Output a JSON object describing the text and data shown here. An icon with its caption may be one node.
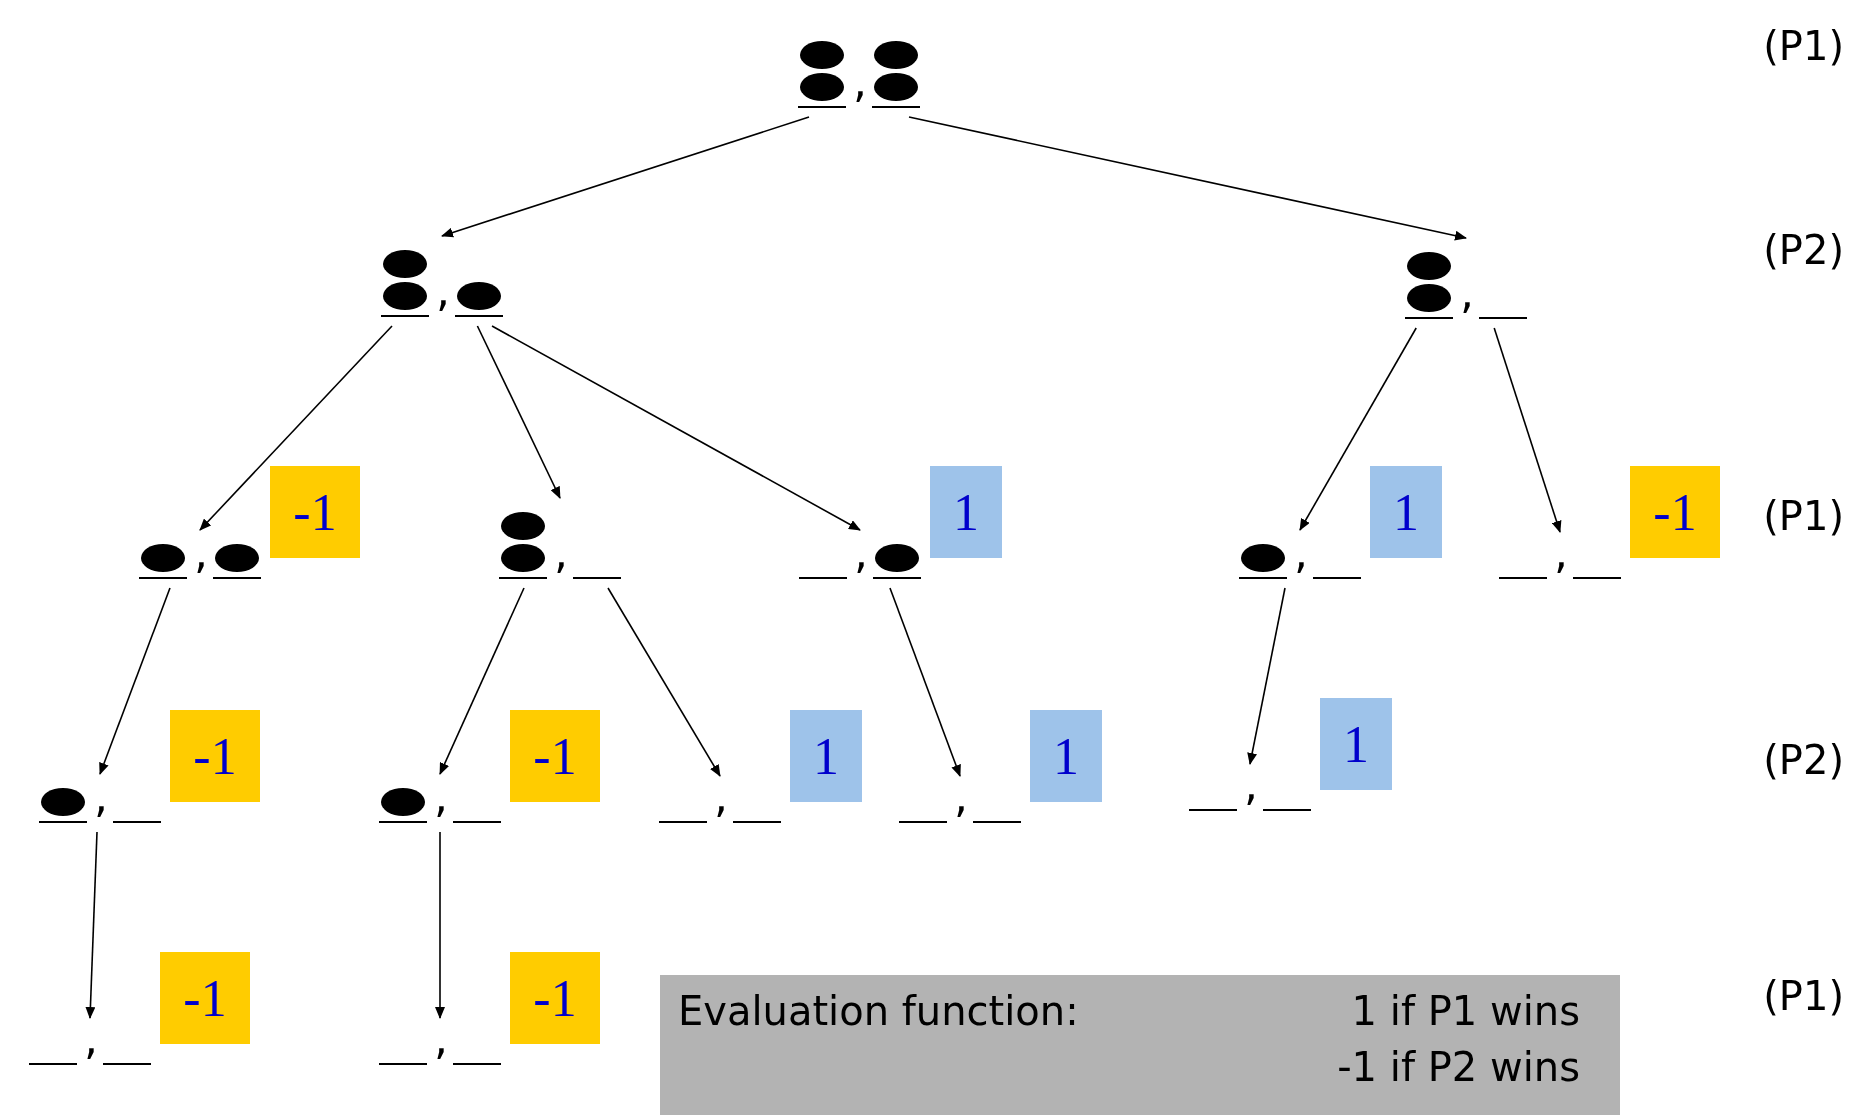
{
  "diagram": {
    "nodes": [
      {
        "text": [
          ","
        ]
      },
      {
        "text": [
          ","
        ]
      },
      {
        "text": [
          ","
        ]
      },
      {
        "text": [
          ","
        ]
      },
      {
        "text": [
          "-1"
        ]
      },
      {
        "text": [
          ","
        ]
      },
      {
        "text": [
          ","
        ]
      },
      {
        "text": [
          "1"
        ]
      },
      {
        "text": [
          ","
        ]
      },
      {
        "text": [
          "1"
        ]
      },
      {
        "text": [
          ","
        ]
      },
      {
        "text": [
          "-1"
        ]
      },
      {
        "text": [
          ","
        ]
      },
      {
        "text": [
          "-1"
        ]
      },
      {
        "text": [
          ","
        ]
      },
      {
        "text": [
          "-1"
        ]
      },
      {
        "text": [
          ","
        ]
      },
      {
        "text": [
          "1"
        ]
      },
      {
        "text": [
          ","
        ]
      },
      {
        "text": [
          "1"
        ]
      },
      {
        "text": [
          ","
        ]
      },
      {
        "text": [
          "1"
        ]
      },
      {
        "text": [
          ","
        ]
      },
      {
        "text": [
          "-1"
        ]
      },
      {
        "text": [
          ","
        ]
      },
      {
        "text": [
          "-1"
        ]
      },
      {
        "text": [
          "Evaluation function:",
          "1 if P1 wins",
          "-1 if P2 wins"
        ]
      }
    ],
    "edges": [
      {
        "from": 0,
        "to": 1,
        "arrow": "to"
      },
      {
        "from": 0,
        "to": 2,
        "arrow": "to"
      },
      {
        "from": 1,
        "to": 3,
        "arrow": "to"
      },
      {
        "from": 1,
        "to": 5,
        "arrow": "to"
      },
      {
        "from": 1,
        "to": 6,
        "arrow": "to"
      },
      {
        "from": 2,
        "to": 8,
        "arrow": "to"
      },
      {
        "from": 2,
        "to": 10,
        "arrow": "to"
      },
      {
        "from": 3,
        "to": 12,
        "arrow": "to"
      },
      {
        "from": 5,
        "to": 14,
        "arrow": "to"
      },
      {
        "from": 5,
        "to": 16,
        "arrow": "to"
      },
      {
        "from": 6,
        "to": 18,
        "arrow": "to"
      },
      {
        "from": 8,
        "to": 20,
        "arrow": "to"
      },
      {
        "from": 12,
        "to": 22,
        "arrow": "to"
      },
      {
        "from": 14,
        "to": 24,
        "arrow": "to"
      }
    ],
    "labels": [
      "(P1)",
      "(P2)",
      "(P1)",
      "(P2)",
      "(P1)"
    ]
  }
}
